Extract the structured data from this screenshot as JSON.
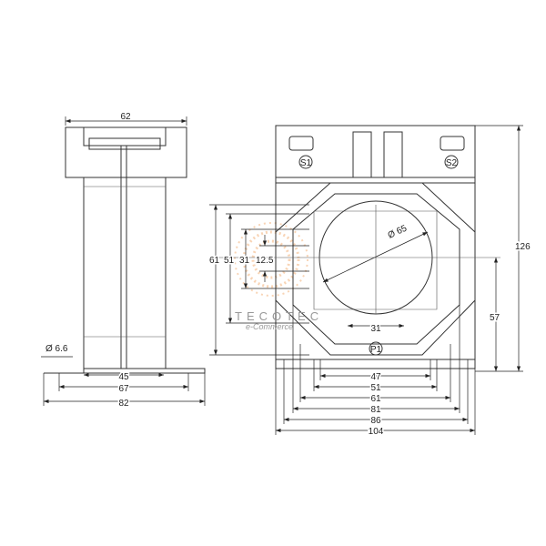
{
  "side_view": {
    "width_top": "62",
    "base_45": "45",
    "base_67": "67",
    "base_82": "82",
    "hole": "Ø 6.6"
  },
  "front_view": {
    "terminal_s1": "S1",
    "terminal_s2": "S2",
    "terminal_p1": "P1",
    "diameter": "Ø 65",
    "height": "126",
    "center_height": "57",
    "slot_width": "31",
    "left_dims": [
      "61",
      "51",
      "31",
      "12.5"
    ],
    "bottom_dims": [
      "47",
      "51",
      "61",
      "81",
      "86",
      "104"
    ]
  },
  "watermark": {
    "brand": "TECOTEC",
    "sub": "e-Commerce"
  },
  "colors": {
    "line": "#333333",
    "watermark_dots": "#f4b27a"
  }
}
